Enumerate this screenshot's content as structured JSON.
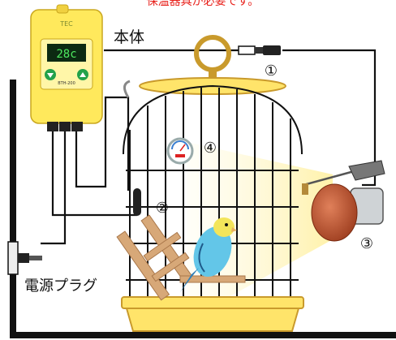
{
  "caption_top": "保温器具が必要です。",
  "labels": {
    "main_unit": "本体",
    "power_plug": "電源プラグ"
  },
  "controller": {
    "display": "28c",
    "model": "BTH-200",
    "brand": "TEC"
  },
  "callouts": [
    "①",
    "②",
    "③",
    "④"
  ],
  "colors": {
    "controller_body": "#ffe95c",
    "display_green": "#22a24a",
    "bulb": "#c2562d",
    "cage_gold": "#c99a2c",
    "light_beam": "#fff2a6",
    "caption_red": "#e8201a"
  }
}
